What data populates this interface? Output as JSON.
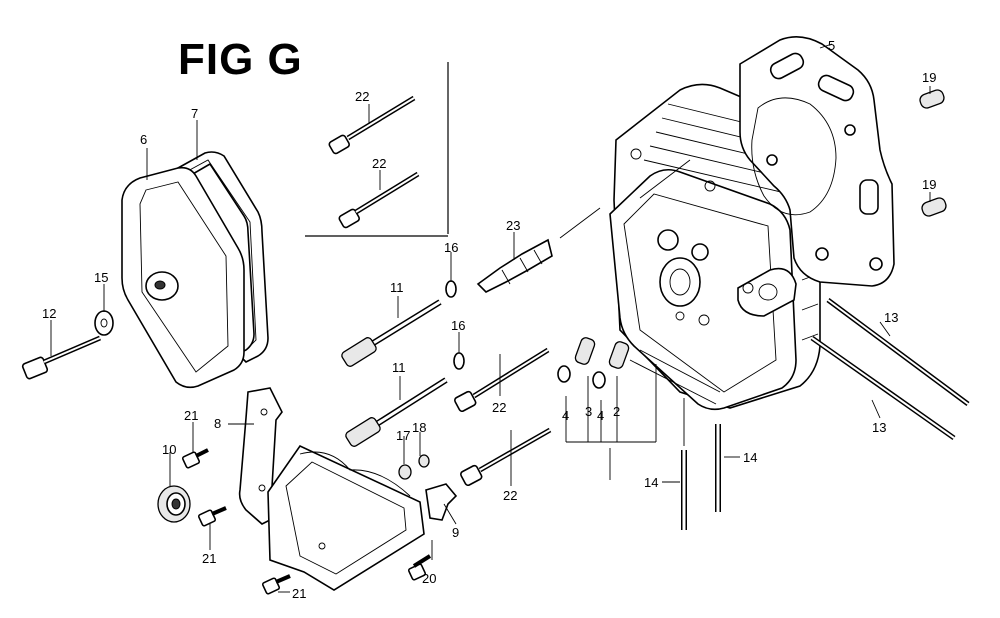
{
  "figure": {
    "title": "FIG G"
  },
  "callouts": {
    "n2": "2",
    "n3": "3",
    "n4a": "4",
    "n4b": "4",
    "n5": "5",
    "n6": "6",
    "n7": "7",
    "n8": "8",
    "n9": "9",
    "n10": "10",
    "n11a": "11",
    "n11b": "11",
    "n12": "12",
    "n13a": "13",
    "n13b": "13",
    "n14a": "14",
    "n14b": "14",
    "n15": "15",
    "n16a": "16",
    "n16b": "16",
    "n17": "17",
    "n18": "18",
    "n19a": "19",
    "n19b": "19",
    "n20": "20",
    "n21a": "21",
    "n21b": "21",
    "n21c": "21",
    "n22a": "22",
    "n22b": "22",
    "n22c": "22",
    "n22d": "22",
    "n23": "23"
  }
}
